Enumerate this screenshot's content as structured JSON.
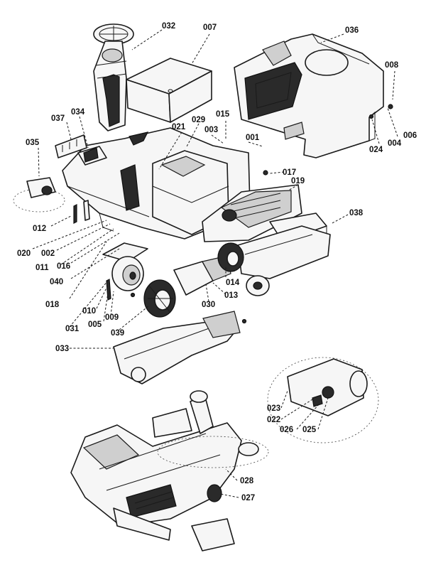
{
  "callouts": [
    {
      "id": "c032",
      "label": "032"
    },
    {
      "id": "c007",
      "label": "007"
    },
    {
      "id": "c036",
      "label": "036"
    },
    {
      "id": "c008",
      "label": "008"
    },
    {
      "id": "c037",
      "label": "037"
    },
    {
      "id": "c034",
      "label": "034"
    },
    {
      "id": "c035",
      "label": "035"
    },
    {
      "id": "c029",
      "label": "029"
    },
    {
      "id": "c015",
      "label": "015"
    },
    {
      "id": "c021",
      "label": "021"
    },
    {
      "id": "c003",
      "label": "003"
    },
    {
      "id": "c001",
      "label": "001"
    },
    {
      "id": "c024",
      "label": "024"
    },
    {
      "id": "c004",
      "label": "004"
    },
    {
      "id": "c006",
      "label": "006"
    },
    {
      "id": "c017",
      "label": "017"
    },
    {
      "id": "c019",
      "label": "019"
    },
    {
      "id": "c012",
      "label": "012"
    },
    {
      "id": "c038",
      "label": "038"
    },
    {
      "id": "c020",
      "label": "020"
    },
    {
      "id": "c002",
      "label": "002"
    },
    {
      "id": "c011",
      "label": "011"
    },
    {
      "id": "c016",
      "label": "016"
    },
    {
      "id": "c040",
      "label": "040"
    },
    {
      "id": "c014",
      "label": "014"
    },
    {
      "id": "c013",
      "label": "013"
    },
    {
      "id": "c018",
      "label": "018"
    },
    {
      "id": "c030",
      "label": "030"
    },
    {
      "id": "c010",
      "label": "010"
    },
    {
      "id": "c009",
      "label": "009"
    },
    {
      "id": "c005",
      "label": "005"
    },
    {
      "id": "c031",
      "label": "031"
    },
    {
      "id": "c039",
      "label": "039"
    },
    {
      "id": "c033",
      "label": "033"
    },
    {
      "id": "c023",
      "label": "023"
    },
    {
      "id": "c022",
      "label": "022"
    },
    {
      "id": "c026",
      "label": "026"
    },
    {
      "id": "c025",
      "label": "025"
    },
    {
      "id": "c028",
      "label": "028"
    },
    {
      "id": "c027",
      "label": "027"
    }
  ]
}
